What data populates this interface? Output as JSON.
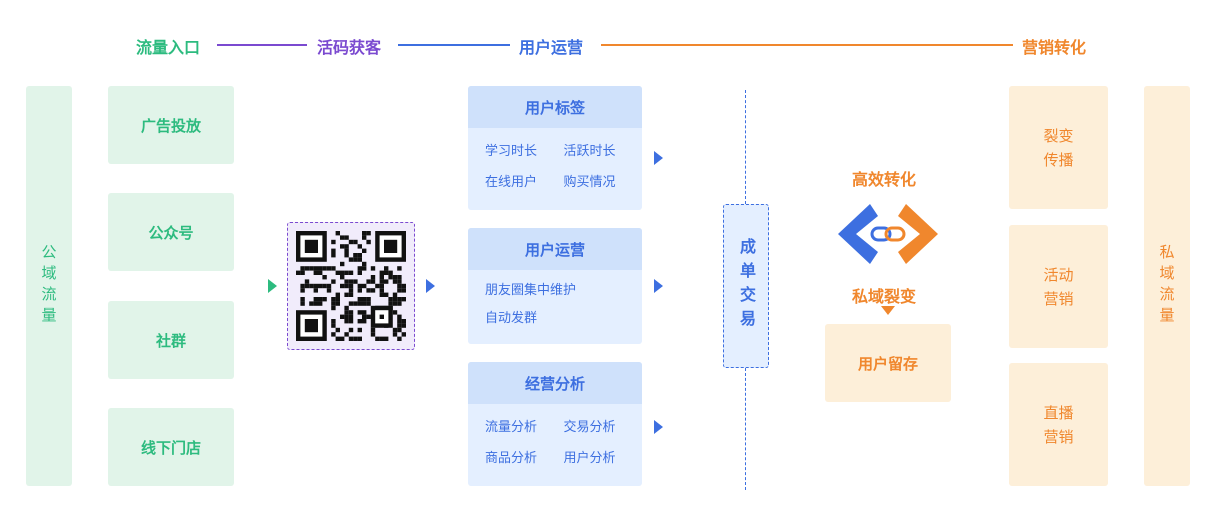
{
  "stages": [
    "流量入口",
    "活码获客",
    "用户运营",
    "营销转化"
  ],
  "colors": {
    "green": "#2dbb7f",
    "purple": "#7b4ad0",
    "blue": "#3d6fe0",
    "orange": "#f0872d"
  },
  "left_column": "公域流量",
  "traffic_sources": [
    "广告投放",
    "公众号",
    "社群",
    "线下门店"
  ],
  "qr_code": "qr-code-icon",
  "operations": [
    {
      "title": "用户标签",
      "items": [
        "学习时长",
        "活跃时长",
        "在线用户",
        "购买情况"
      ]
    },
    {
      "title": "用户运营",
      "items": [
        "朋友圈集中维护",
        "自动发群"
      ]
    },
    {
      "title": "经营分析",
      "items": [
        "流量分析",
        "交易分析",
        "商品分析",
        "用户分析"
      ]
    }
  ],
  "deal": "成单交易",
  "conversion": {
    "title": "高效转化",
    "subtitle": "私域裂变",
    "logo": "chain-link-icon",
    "retention": "用户留存"
  },
  "marketing": [
    {
      "line1": "裂变",
      "line2": "传播"
    },
    {
      "line1": "活动",
      "line2": "营销"
    },
    {
      "line1": "直播",
      "line2": "营销"
    }
  ],
  "right_column": "私域流量"
}
